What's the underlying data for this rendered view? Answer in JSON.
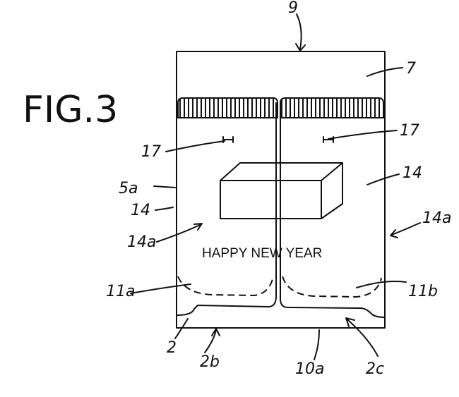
{
  "figure": {
    "title": "FIG.3"
  },
  "message": "HAPPY NEW YEAR",
  "labels": {
    "l9": "9",
    "l7": "7",
    "l17a": "17",
    "l17b": "17",
    "l5a": "5a",
    "l14a": "14",
    "l14b": "14",
    "l14aLeft": "14a",
    "l14aRight": "14a",
    "l11a": "11a",
    "l11b": "11b",
    "l2": "2",
    "l2b": "2b",
    "l10a": "10a",
    "l2c": "2c"
  }
}
